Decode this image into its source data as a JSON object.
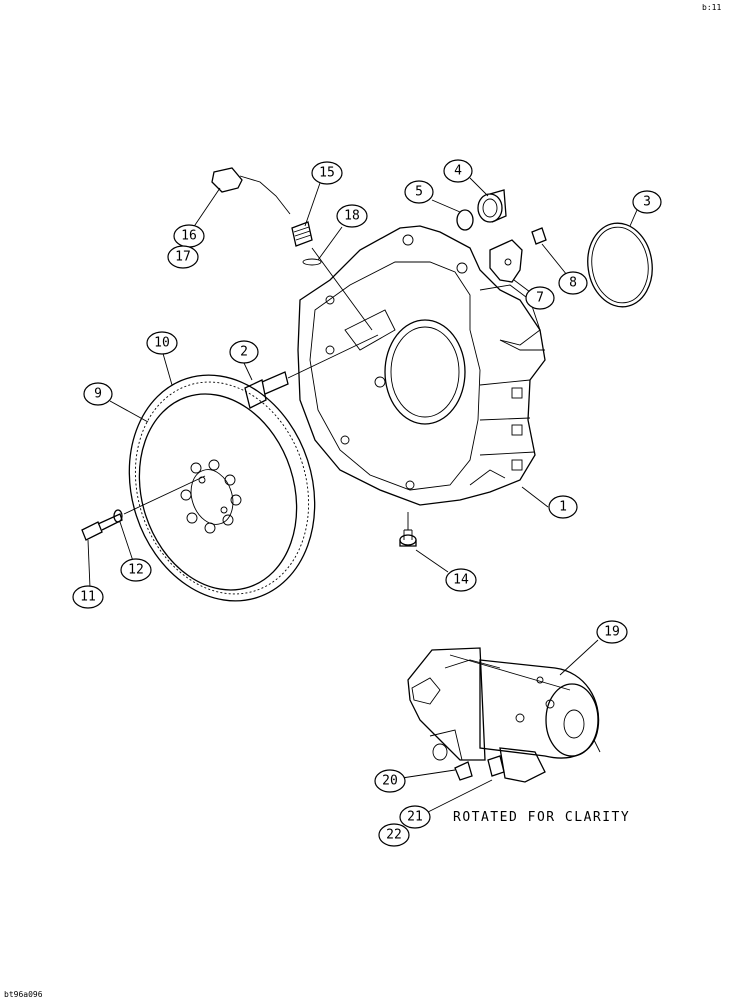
{
  "corner_code": "b:11",
  "figure_code": "bt96a096",
  "caption": "ROTATED FOR CLARITY",
  "callouts": [
    "1",
    "2",
    "3",
    "4",
    "5",
    "7",
    "8",
    "9",
    "10",
    "11",
    "12",
    "14",
    "15",
    "16",
    "17",
    "18",
    "19",
    "20",
    "21",
    "22"
  ]
}
